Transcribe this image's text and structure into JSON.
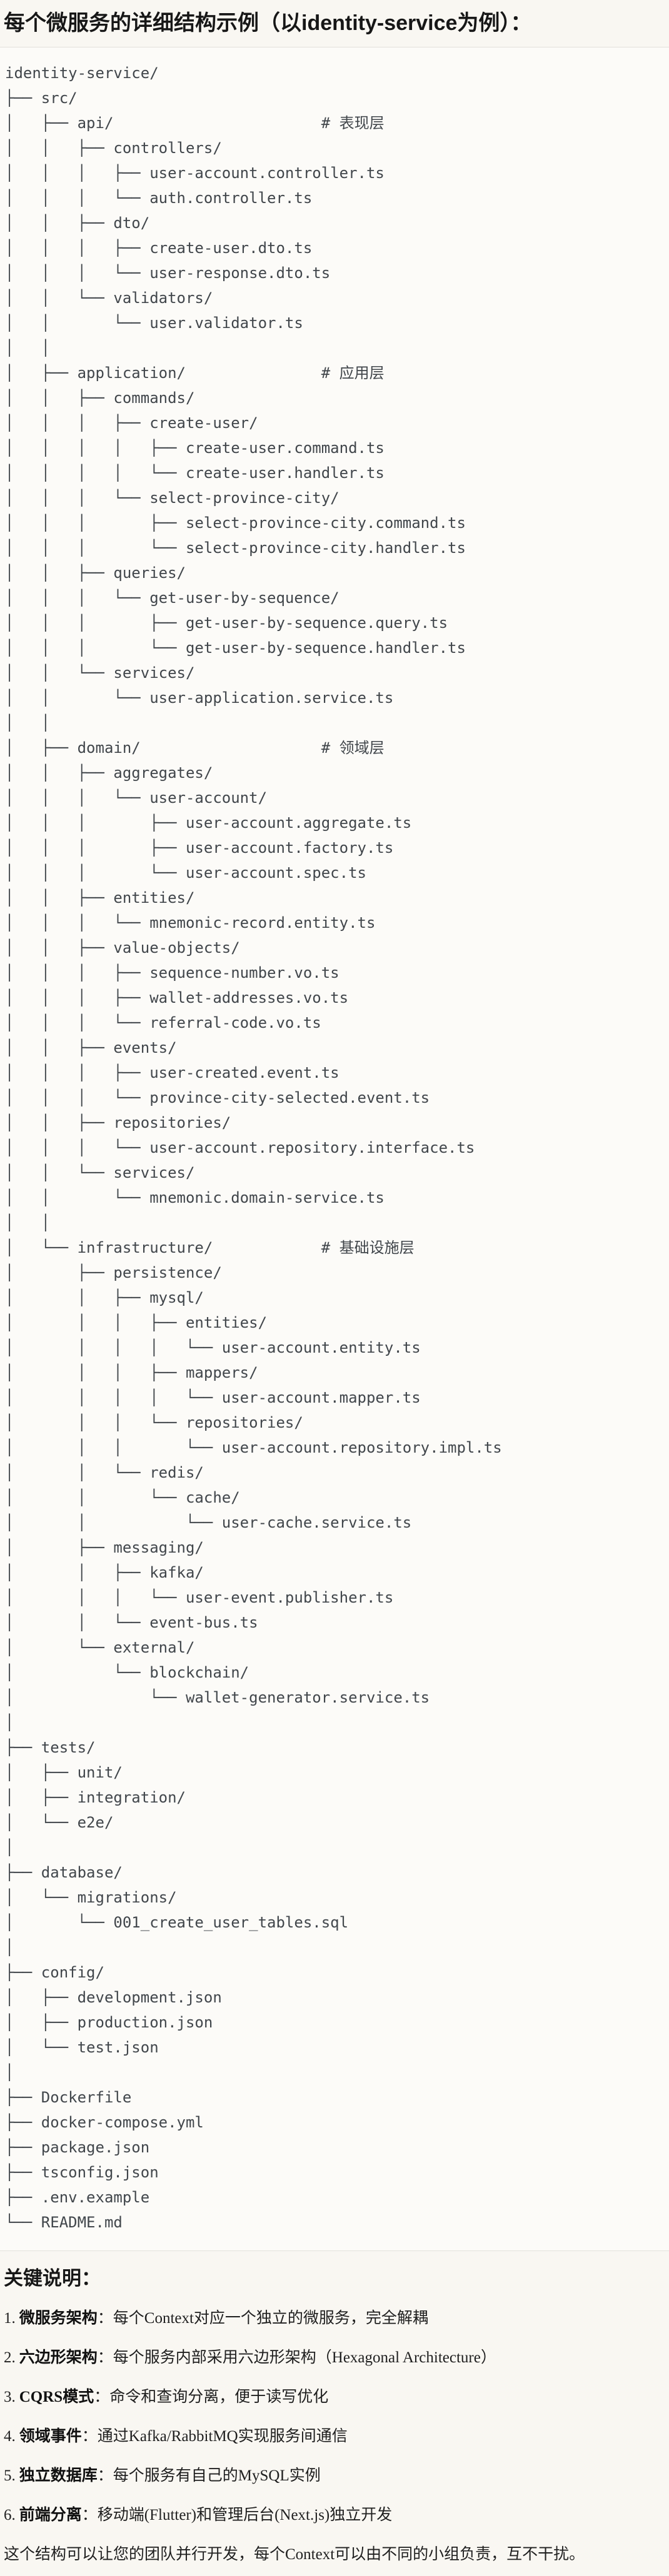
{
  "title": "每个微服务的详细结构示例（以identity-service为例）：",
  "code_block": {
    "tree_lines": [
      "identity-service/",
      "├── src/",
      "│   ├── api/                       # 表现层",
      "│   │   ├── controllers/",
      "│   │   │   ├── user-account.controller.ts",
      "│   │   │   └── auth.controller.ts",
      "│   │   ├── dto/",
      "│   │   │   ├── create-user.dto.ts",
      "│   │   │   └── user-response.dto.ts",
      "│   │   └── validators/",
      "│   │       └── user.validator.ts",
      "│   │",
      "│   ├── application/               # 应用层",
      "│   │   ├── commands/",
      "│   │   │   ├── create-user/",
      "│   │   │   │   ├── create-user.command.ts",
      "│   │   │   │   └── create-user.handler.ts",
      "│   │   │   └── select-province-city/",
      "│   │   │       ├── select-province-city.command.ts",
      "│   │   │       └── select-province-city.handler.ts",
      "│   │   ├── queries/",
      "│   │   │   └── get-user-by-sequence/",
      "│   │   │       ├── get-user-by-sequence.query.ts",
      "│   │   │       └── get-user-by-sequence.handler.ts",
      "│   │   └── services/",
      "│   │       └── user-application.service.ts",
      "│   │",
      "│   ├── domain/                    # 领域层",
      "│   │   ├── aggregates/",
      "│   │   │   └── user-account/",
      "│   │   │       ├── user-account.aggregate.ts",
      "│   │   │       ├── user-account.factory.ts",
      "│   │   │       └── user-account.spec.ts",
      "│   │   ├── entities/",
      "│   │   │   └── mnemonic-record.entity.ts",
      "│   │   ├── value-objects/",
      "│   │   │   ├── sequence-number.vo.ts",
      "│   │   │   ├── wallet-addresses.vo.ts",
      "│   │   │   └── referral-code.vo.ts",
      "│   │   ├── events/",
      "│   │   │   ├── user-created.event.ts",
      "│   │   │   └── province-city-selected.event.ts",
      "│   │   ├── repositories/",
      "│   │   │   └── user-account.repository.interface.ts",
      "│   │   └── services/",
      "│   │       └── mnemonic.domain-service.ts",
      "│   │",
      "│   └── infrastructure/            # 基础设施层",
      "│       ├── persistence/",
      "│       │   ├── mysql/",
      "│       │   │   ├── entities/",
      "│       │   │   │   └── user-account.entity.ts",
      "│       │   │   ├── mappers/",
      "│       │   │   │   └── user-account.mapper.ts",
      "│       │   │   └── repositories/",
      "│       │   │       └── user-account.repository.impl.ts",
      "│       │   └── redis/",
      "│       │       └── cache/",
      "│       │           └── user-cache.service.ts",
      "│       ├── messaging/",
      "│       │   ├── kafka/",
      "│       │   │   └── user-event.publisher.ts",
      "│       │   └── event-bus.ts",
      "│       └── external/",
      "│           └── blockchain/",
      "│               └── wallet-generator.service.ts",
      "│",
      "├── tests/",
      "│   ├── unit/",
      "│   ├── integration/",
      "│   └── e2e/",
      "│",
      "├── database/",
      "│   └── migrations/",
      "│       └── 001_create_user_tables.sql",
      "│",
      "├── config/",
      "│   ├── development.json",
      "│   ├── production.json",
      "│   └── test.json",
      "│",
      "├── Dockerfile",
      "├── docker-compose.yml",
      "├── package.json",
      "├── tsconfig.json",
      "├── .env.example",
      "└── README.md"
    ]
  },
  "key_notes": {
    "heading": "关键说明：",
    "items": [
      {
        "num": "1.",
        "label": "微服务架构",
        "desc": "：每个Context对应一个独立的微服务，完全解耦"
      },
      {
        "num": "2.",
        "label": "六边形架构",
        "desc": "：每个服务内部采用六边形架构（Hexagonal Architecture）"
      },
      {
        "num": "3.",
        "label": "CQRS模式",
        "desc": "：命令和查询分离，便于读写优化"
      },
      {
        "num": "4.",
        "label": "领域事件",
        "desc": "：通过Kafka/RabbitMQ实现服务间通信"
      },
      {
        "num": "5.",
        "label": "独立数据库",
        "desc": "：每个服务有自己的MySQL实例"
      },
      {
        "num": "6.",
        "label": "前端分离",
        "desc": "：移动端(Flutter)和管理后台(Next.js)独立开发"
      }
    ]
  },
  "closing": "这个结构可以让您的团队并行开发，每个Context可以由不同的小组负责，互不干扰。",
  "colors": {
    "page_bg": "#f9f7f2",
    "code_bg": "#fcfbf8",
    "code_border": "#e3e1db",
    "tree_text": "#41464b",
    "body_text": "#1f1f1f"
  }
}
